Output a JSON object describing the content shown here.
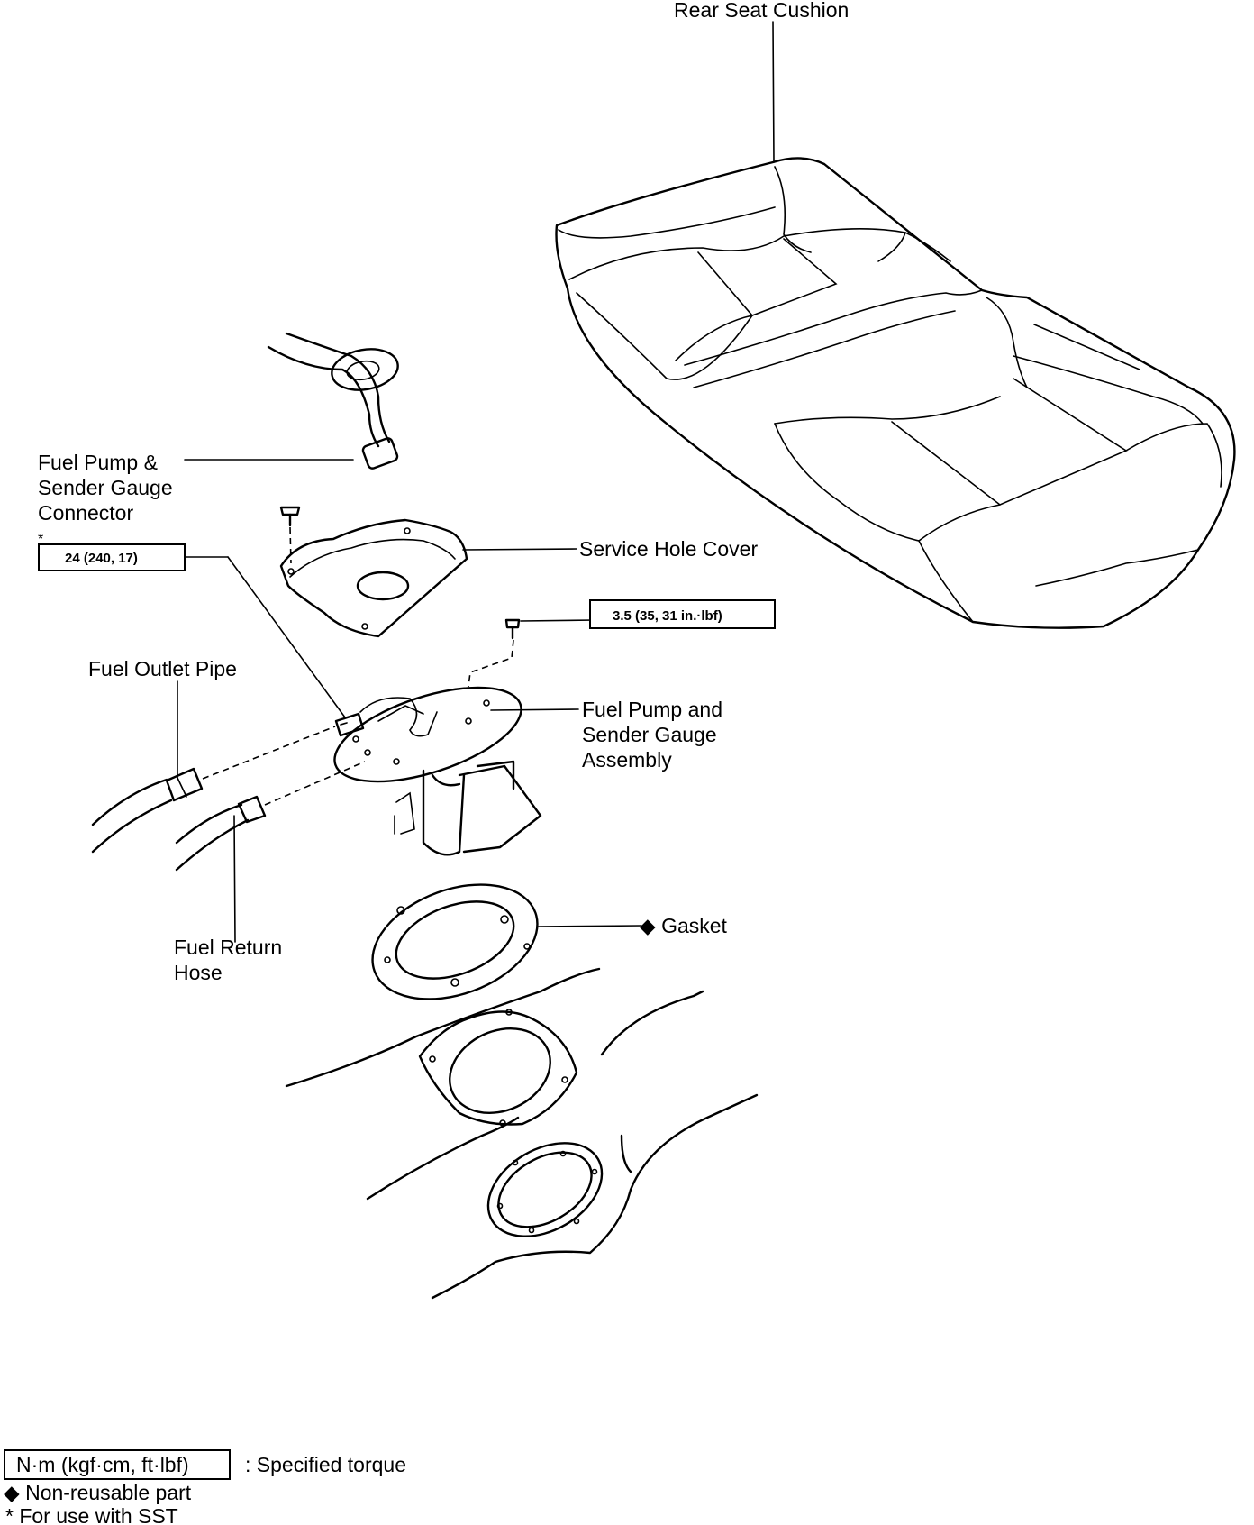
{
  "labels": {
    "rear_seat_cushion": "Rear Seat Cushion",
    "connector_line1": "Fuel Pump &",
    "connector_line2": "Sender Gauge",
    "connector_line3": "Connector",
    "sst_mark": "*",
    "service_hole_cover": "Service Hole Cover",
    "fuel_outlet_pipe": "Fuel Outlet Pipe",
    "assembly_line1": "Fuel Pump and",
    "assembly_line2": "Sender Gauge",
    "assembly_line3": "Assembly",
    "gasket": "◆ Gasket",
    "return_hose_line1": "Fuel Return",
    "return_hose_line2": "Hose"
  },
  "torques": {
    "pipe_union": "24 (240, 17)",
    "cover_screw": "3.5 (35, 31 in.·lbf)"
  },
  "legend": {
    "torque_box": "N·m (kgf·cm, ft·lbf)",
    "torque_desc": ":  Specified torque",
    "non_reusable": "◆ Non-reusable part",
    "sst": "* For use with SST"
  }
}
